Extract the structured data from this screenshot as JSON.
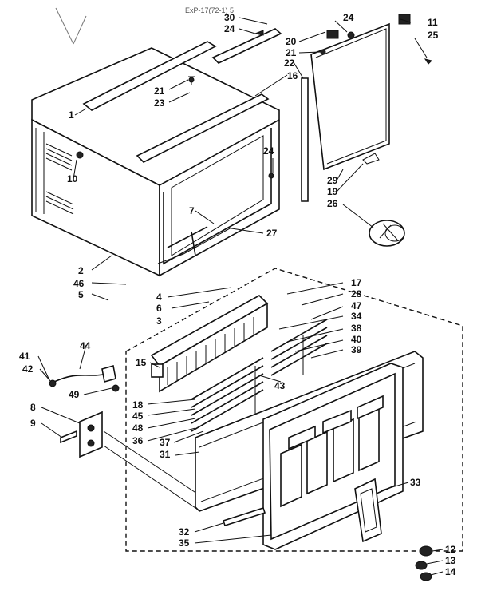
{
  "header": {
    "text": "ExP-17(72-1) 5"
  },
  "labels": [
    "30",
    "24",
    "20",
    "24",
    "11",
    "25",
    "21",
    "22",
    "16",
    "21",
    "23",
    "1",
    "24",
    "10",
    "29",
    "19",
    "26",
    "7",
    "27",
    "2",
    "46",
    "5",
    "17",
    "28",
    "47",
    "4",
    "6",
    "3",
    "34",
    "38",
    "40",
    "39",
    "44",
    "41",
    "42",
    "15",
    "49",
    "43",
    "18",
    "45",
    "48",
    "8",
    "36",
    "9",
    "37",
    "31",
    "33",
    "32",
    "35",
    "12",
    "13",
    "14"
  ]
}
